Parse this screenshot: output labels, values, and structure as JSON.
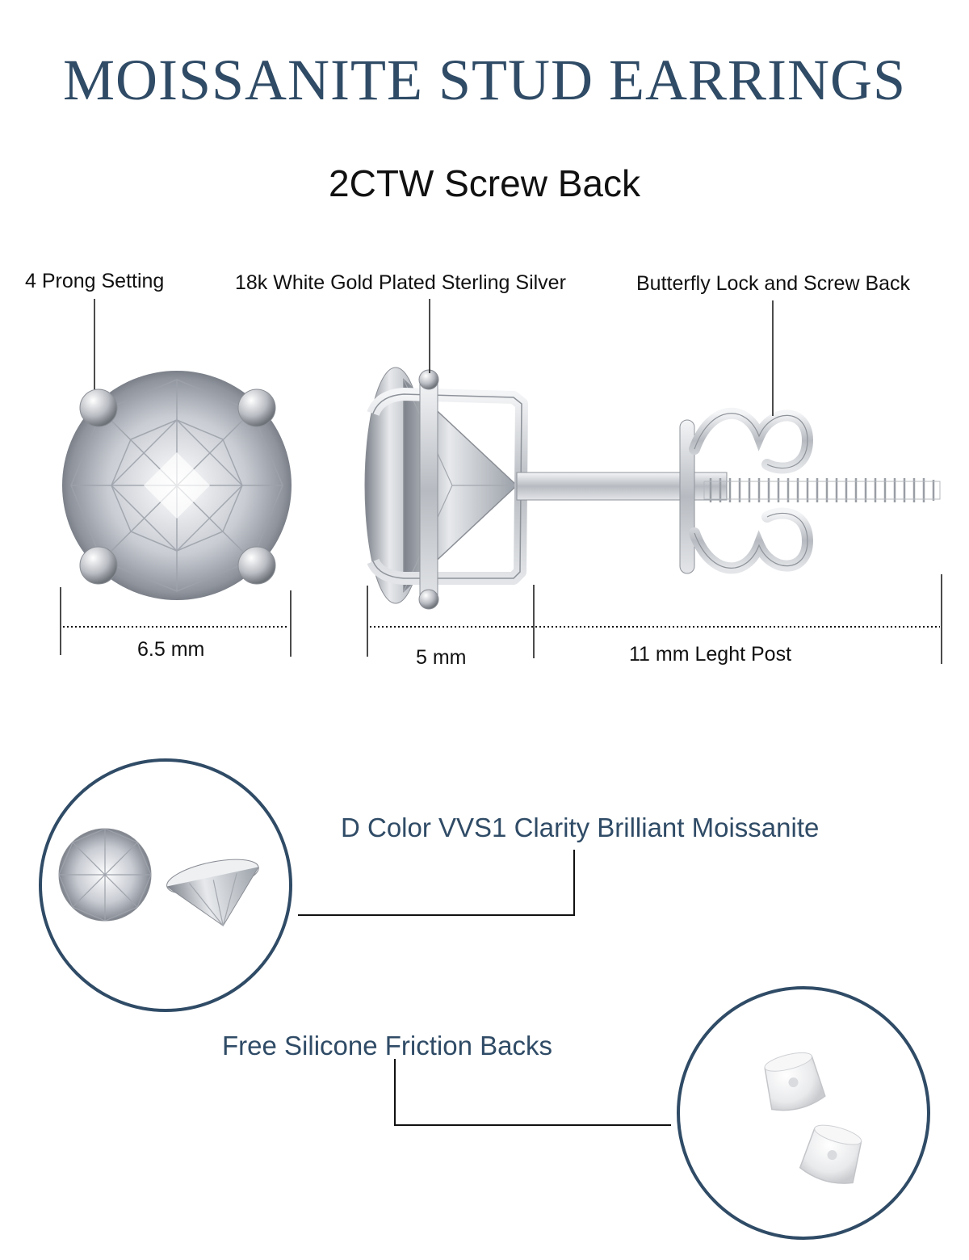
{
  "title": "MOISSANITE STUD EARRINGS",
  "subtitle": "2CTW Screw Back",
  "callouts": {
    "prong": "4 Prong Setting",
    "metal": "18k White Gold Plated Sterling Silver",
    "back": "Butterfly Lock and Screw Back"
  },
  "dimensions": {
    "diameter": "6.5 mm",
    "height": "5 mm",
    "post": "11 mm Leght Post"
  },
  "features": {
    "stone": "D Color VVS1 Clarity Brilliant Moissanite",
    "backs": "Free Silicone Friction Backs"
  },
  "colors": {
    "navy": "#2f4b66",
    "text": "#111111"
  }
}
